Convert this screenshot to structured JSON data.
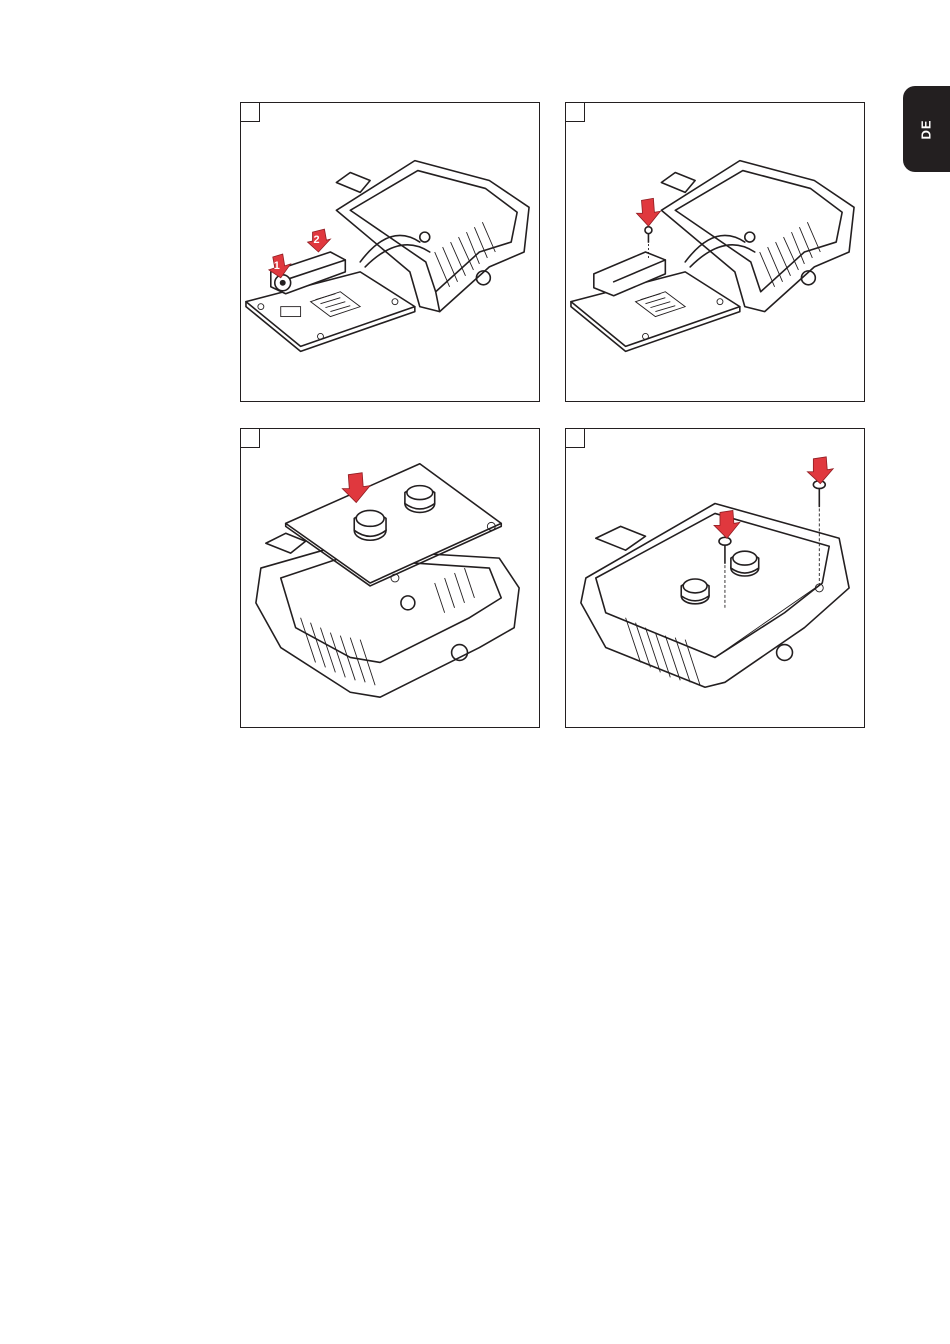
{
  "language_tab": {
    "label": "DE"
  },
  "figures": [
    {
      "callouts": [
        "1",
        "2"
      ]
    },
    {
      "callouts": []
    },
    {
      "callouts": []
    },
    {
      "callouts": []
    }
  ],
  "colors": {
    "arrow": "#e0383e",
    "line": "#231f20",
    "tab": "#231f20"
  }
}
